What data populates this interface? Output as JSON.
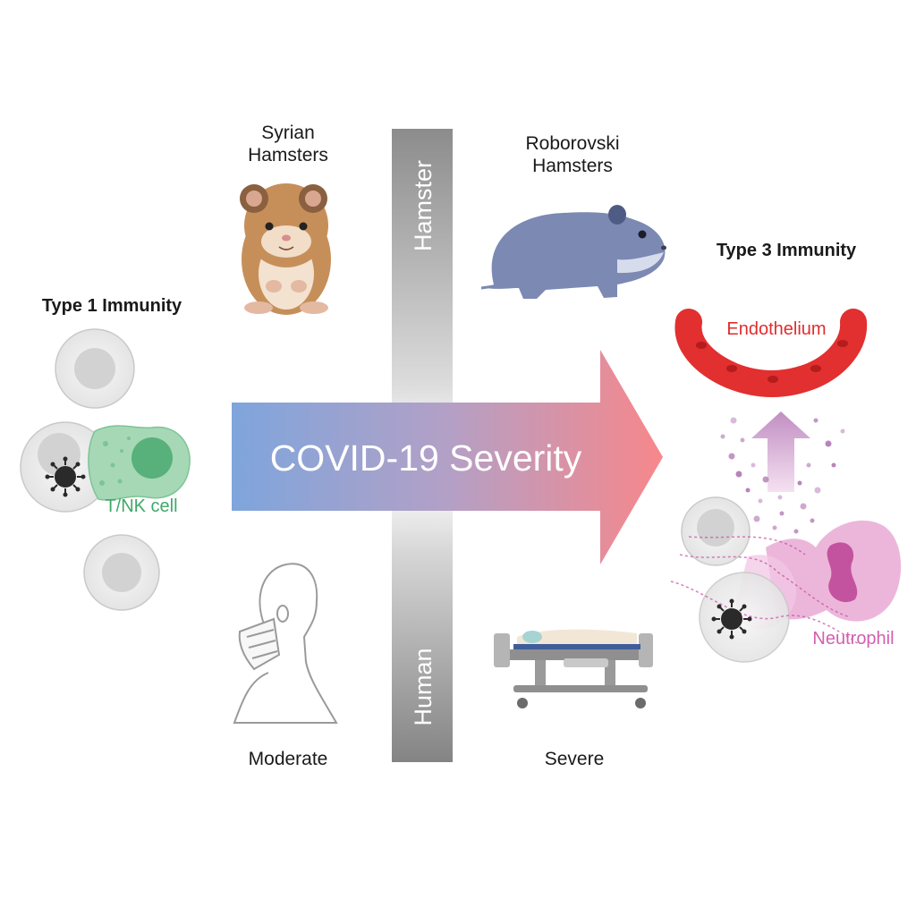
{
  "center_arrow": {
    "label": "COVID-19 Severity"
  },
  "vertical_bar": {
    "top_label": "Hamster",
    "bottom_label": "Human"
  },
  "species": {
    "left_top": [
      "Syrian",
      "Hamsters"
    ],
    "right_top": [
      "Roborovski",
      "Hamsters"
    ],
    "left_bottom": "Moderate",
    "right_bottom": "Severe"
  },
  "type1": {
    "title": "Type 1 Immunity",
    "cell_label": "T/NK cell"
  },
  "type3": {
    "title": "Type 3 Immunity",
    "endothelium_label": "Endothelium",
    "neutrophil_label": "Neutrophil"
  },
  "colors": {
    "arrow_start": "#7fa3d9",
    "arrow_mid": "#b09fc6",
    "arrow_end": "#f48b8f",
    "tnk_green": "#4caf76",
    "endothelium_red": "#e02d2d",
    "neutrophil_pink": "#d45fae",
    "bar_gray": "#8a8a8a"
  }
}
